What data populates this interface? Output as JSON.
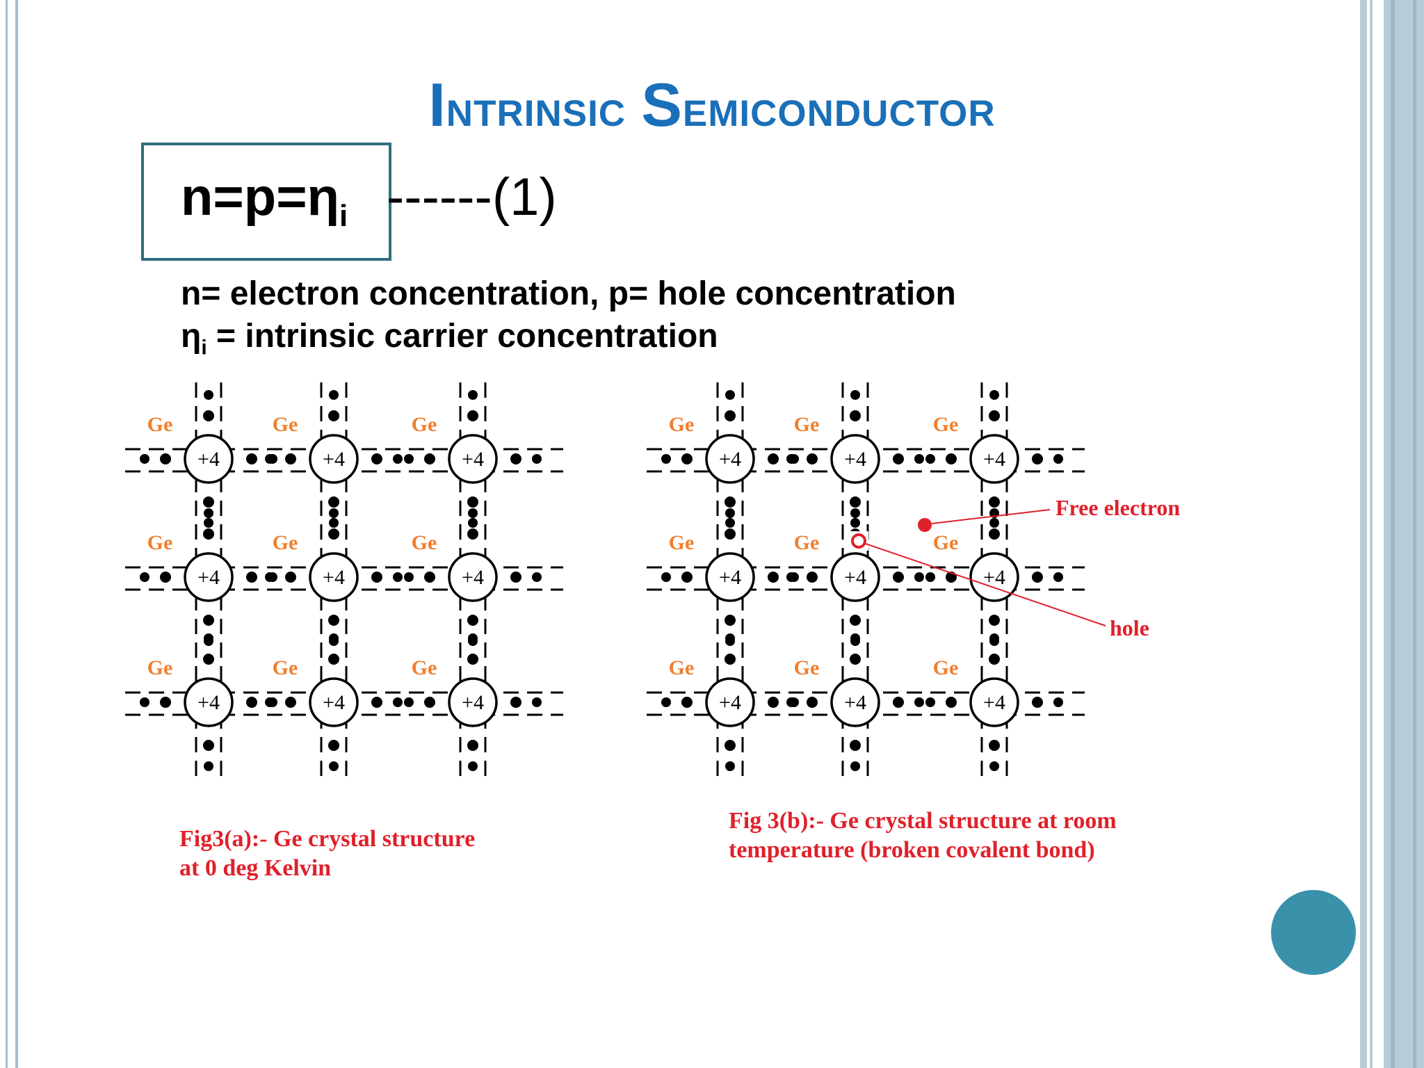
{
  "slide": {
    "title_first": "I",
    "title_first_rest": "ntrinsic ",
    "title_second": "S",
    "title_second_rest": "emiconductor",
    "equation": "n=p=η",
    "equation_sub": "i",
    "equation_number": "------(1)",
    "definition_line1": "n= electron concentration, p= hole concentration",
    "definition_line2_sym": "η",
    "definition_line2_sub": "i",
    "definition_line2_text": "  = intrinsic carrier concentration"
  },
  "figure_a": {
    "atom_label": "Ge",
    "charge_label": "+4",
    "caption_line1": "Fig3(a):- Ge crystal structure",
    "caption_line2": "at 0 deg Kelvin"
  },
  "figure_b": {
    "atom_label": "Ge",
    "charge_label": "+4",
    "free_electron_label": "Free electron",
    "hole_label": "hole",
    "caption_line1": "Fig 3(b):- Ge crystal structure at room",
    "caption_line2": "temperature (broken covalent bond)"
  },
  "colors": {
    "title": "#1a6fb8",
    "atom_label": "#f07f2d",
    "caption": "#e0202a",
    "accent_circle": "#3a91aa"
  }
}
